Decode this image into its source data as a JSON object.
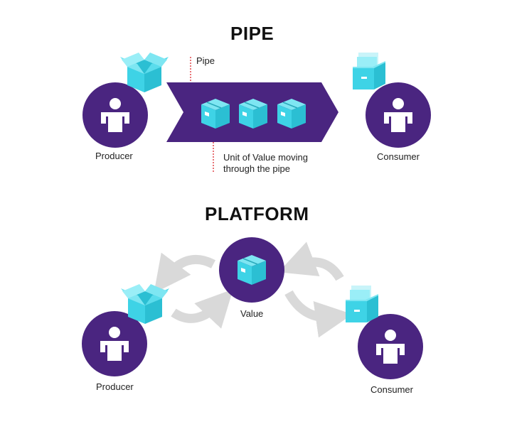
{
  "pipe": {
    "title": "PIPE",
    "pipe_label": "Pipe",
    "unit_label_line1": "Unit of Value moving",
    "unit_label_line2": "through the pipe",
    "producer_label": "Producer",
    "consumer_label": "Consumer"
  },
  "platform": {
    "title": "PLATFORM",
    "value_label": "Value",
    "producer_label": "Producer",
    "consumer_label": "Consumer"
  },
  "colors": {
    "purple": "#4a2580",
    "cyan": "#3ed3e6",
    "arrow_gray": "#d9d9d9",
    "dotted_red": "#e0454a"
  },
  "icons": [
    "person-icon",
    "open-box-icon",
    "closed-box-icon",
    "file-box-icon",
    "cycle-arrow-icon"
  ]
}
